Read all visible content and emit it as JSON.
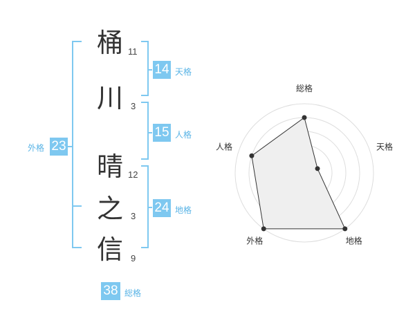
{
  "name_chars": [
    {
      "char": "桶",
      "strokes": "11"
    },
    {
      "char": "川",
      "strokes": "3"
    },
    {
      "char": "晴",
      "strokes": "12"
    },
    {
      "char": "之",
      "strokes": "3"
    },
    {
      "char": "信",
      "strokes": "9"
    }
  ],
  "kakusu": {
    "tenkaku": {
      "value": "14",
      "label": "天格"
    },
    "jinkaku": {
      "value": "15",
      "label": "人格"
    },
    "chikaku": {
      "value": "24",
      "label": "地格"
    },
    "gaikaku": {
      "value": "23",
      "label": "外格"
    },
    "soukaku": {
      "value": "38",
      "label": "総格"
    }
  },
  "colors": {
    "accent": "#7ec8f0",
    "accent_text": "#5ab4e6",
    "radar_fill": "#efefef",
    "radar_line": "#333333",
    "grid": "#dddddd"
  },
  "chart_data": {
    "type": "radar",
    "axes": [
      "総格",
      "天格",
      "地格",
      "外格",
      "人格"
    ],
    "levels": 5,
    "values": [
      4,
      1,
      5,
      5,
      4
    ],
    "max": 5
  }
}
